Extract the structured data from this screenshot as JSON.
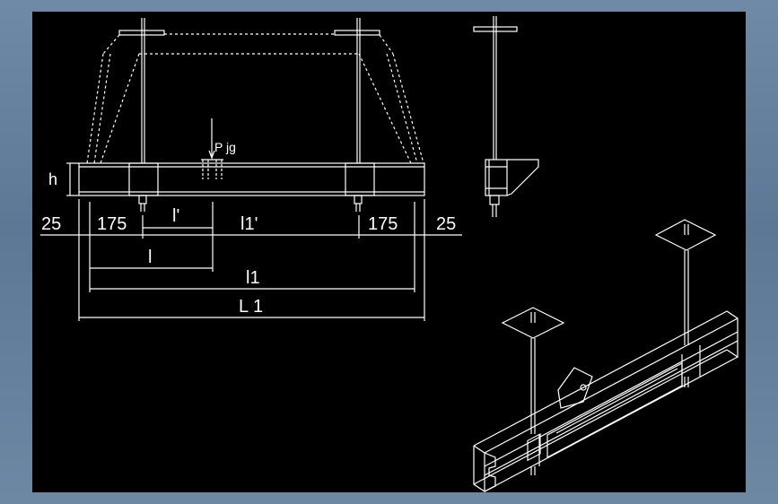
{
  "colors": {
    "border": "#5c7895",
    "canvas": "#000000",
    "lines": "#ffffff"
  },
  "labels": {
    "h": "h",
    "load": "P jg",
    "l_prime": "l'",
    "l": "l",
    "l1_prime": "l1'",
    "l1": "l1",
    "L1": "L 1",
    "edge_left": "25",
    "edge_right": "25",
    "offset_left": "175",
    "offset_right": "175"
  }
}
